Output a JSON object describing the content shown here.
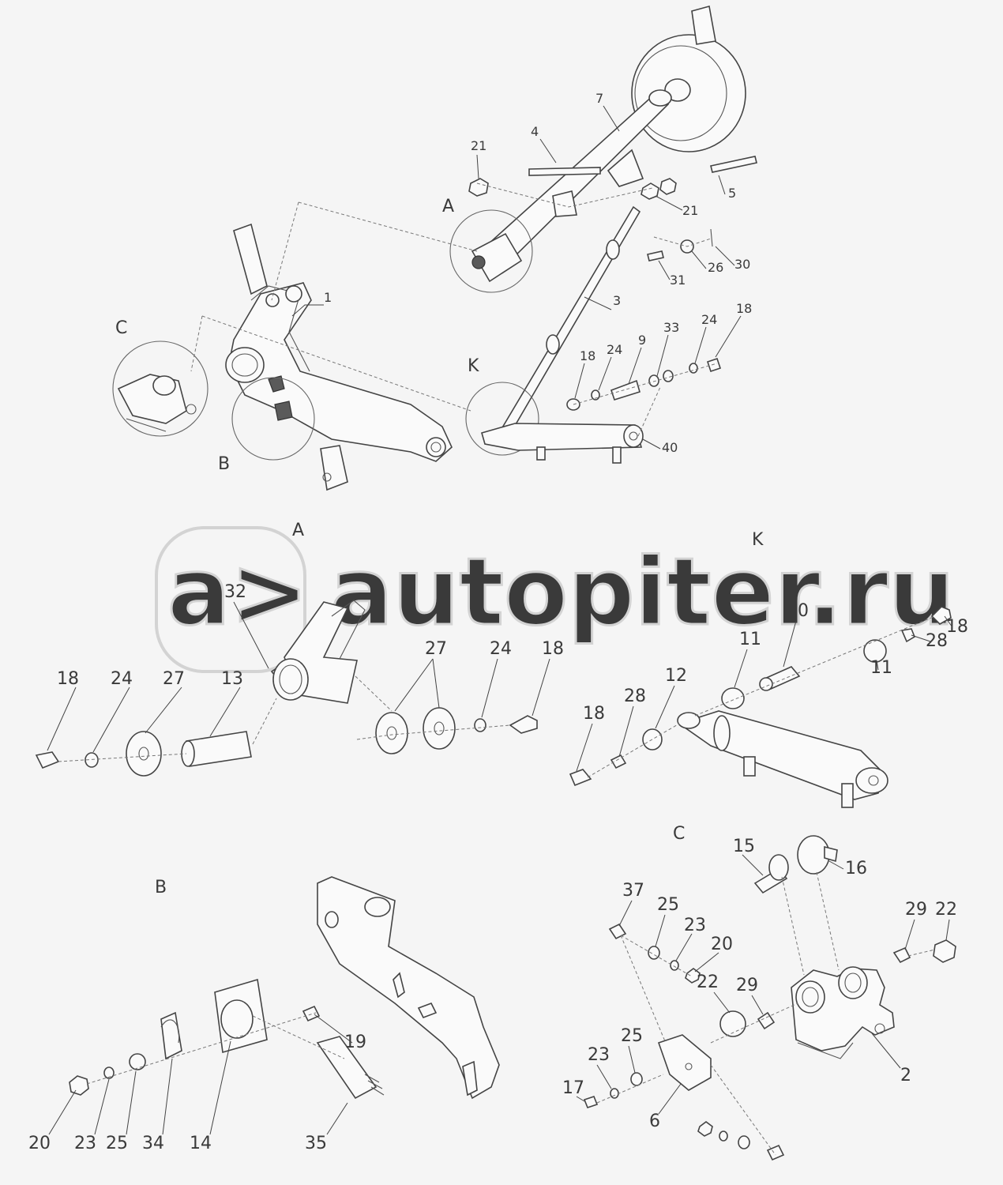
{
  "watermark": {
    "text": "autopiter.ru",
    "logo_text": "a>"
  },
  "section_labels": {
    "top_A": "A",
    "top_B": "B",
    "top_C": "C",
    "top_K": "K",
    "detail_A": "A",
    "detail_K": "K",
    "detail_B": "B",
    "detail_C": "C"
  },
  "callouts": {
    "top": [
      "1",
      "3",
      "4",
      "5",
      "7",
      "21",
      "21",
      "26",
      "30",
      "31",
      "18",
      "24",
      "9",
      "33",
      "24",
      "18",
      "40"
    ],
    "detail_A": [
      "32",
      "18",
      "24",
      "27",
      "13",
      "27",
      "24",
      "18"
    ],
    "detail_K": [
      "10",
      "11",
      "11",
      "28",
      "18",
      "18",
      "28",
      "12"
    ],
    "detail_B": [
      "19",
      "20",
      "23",
      "25",
      "34",
      "14",
      "35"
    ],
    "detail_C": [
      "15",
      "16",
      "37",
      "25",
      "23",
      "20",
      "29",
      "22",
      "22",
      "29",
      "25",
      "23",
      "17",
      "6",
      "2"
    ]
  }
}
